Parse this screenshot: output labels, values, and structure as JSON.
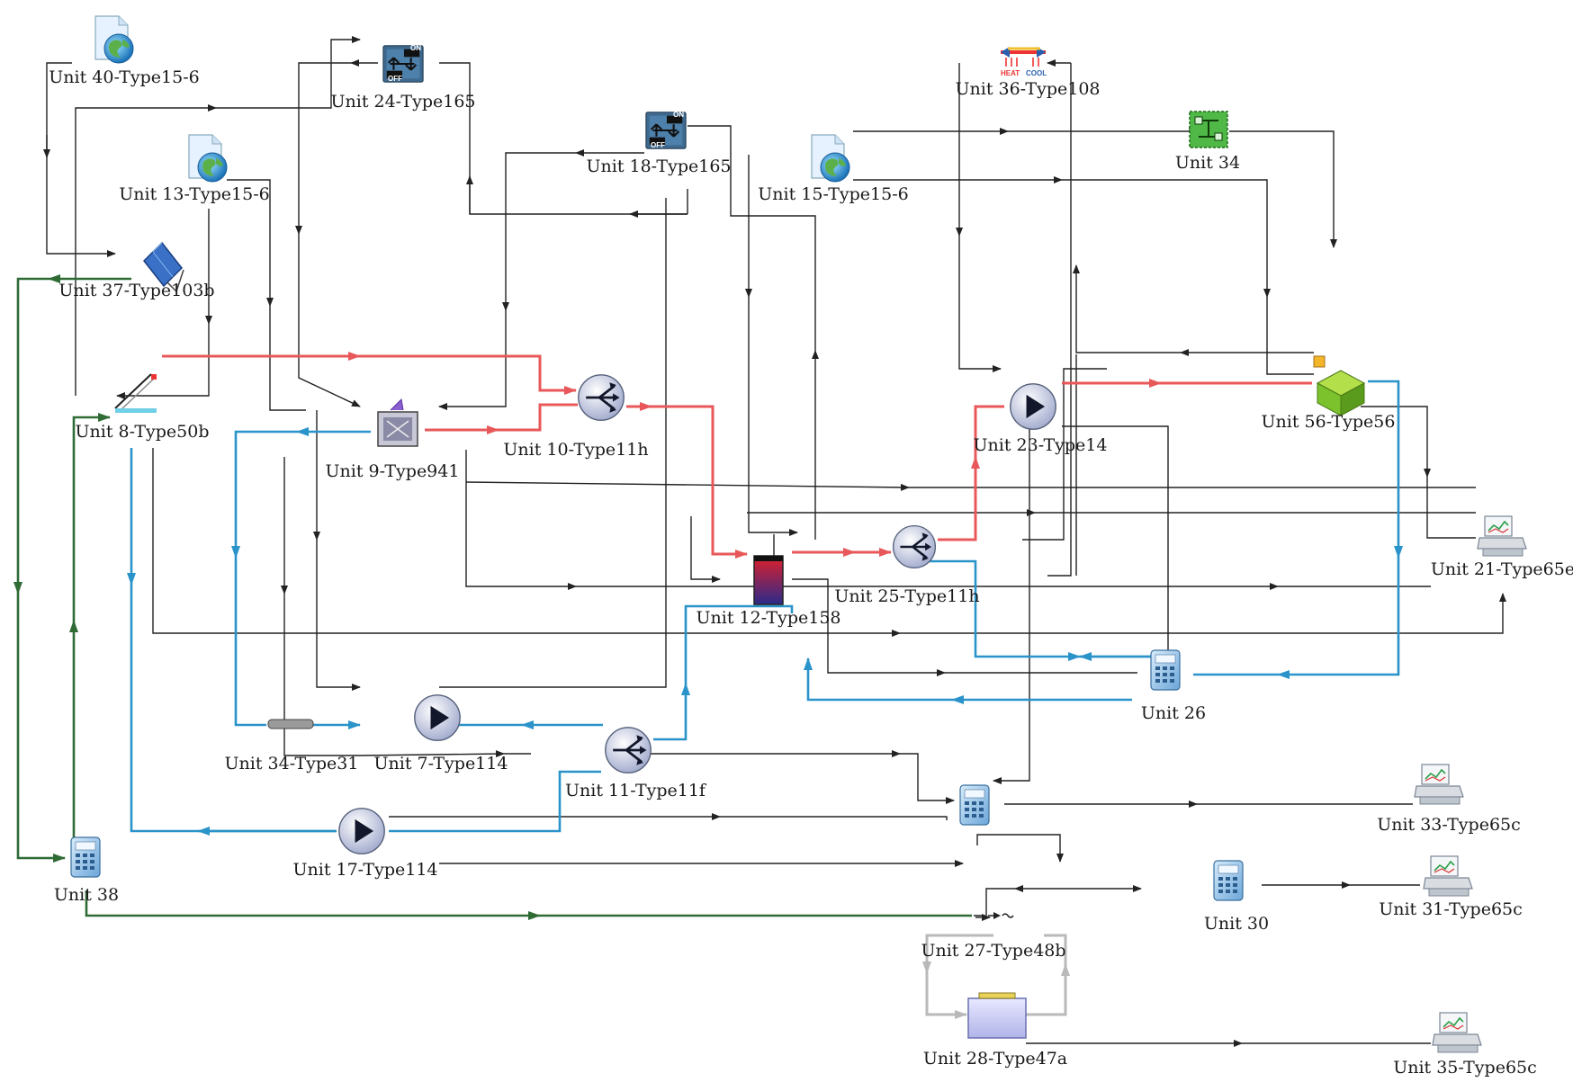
{
  "units": {
    "u40": "Unit 40-Type15-6",
    "u24": "Unit 24-Type165",
    "u36": "Unit 36-Type108",
    "u18": "Unit 18-Type165",
    "u13": "Unit 13-Type15-6",
    "u15": "Unit 15-Type15-6",
    "u34g": "Unit 34",
    "u37": "Unit 37-Type103b",
    "u8": "Unit 8-Type50b",
    "u9": "Unit 9-Type941",
    "u10": "Unit 10-Type11h",
    "u23": "Unit 23-Type14",
    "u56": "Unit 56-Type56",
    "u21": "Unit 21-Type65e",
    "u12": "Unit 12-Type158",
    "u25": "Unit 25-Type11h",
    "u26": "Unit 26",
    "u34": "Unit 34-Type31",
    "u7": "Unit 7-Type114",
    "u11": "Unit 11-Type11f",
    "u33": "Unit 33-Type65c",
    "u17": "Unit 17-Type114",
    "u38": "Unit 38",
    "u30": "Unit 30",
    "u31": "Unit 31-Type65c",
    "u27": "Unit 27-Type48b",
    "u28": "Unit 28-Type47a",
    "u35": "Unit 35-Type65c"
  },
  "icon_text": {
    "on": "ON",
    "off": "OFF",
    "heat": "HEAT",
    "cool": "COOL"
  },
  "colors": {
    "hot_loop": "#e8585a",
    "cold_loop": "#2a93c9",
    "electric": "#2f6b35",
    "inverter": "#b9b9b9",
    "signal": "#222222"
  }
}
